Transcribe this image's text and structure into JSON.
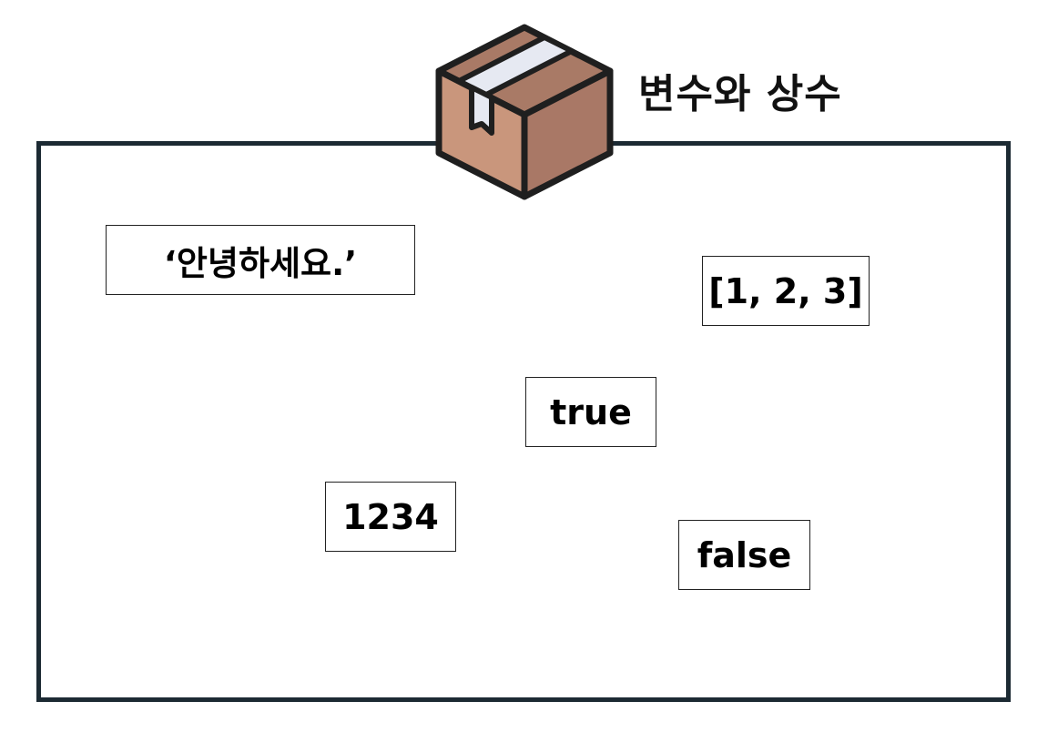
{
  "title": "변수와 상수",
  "icon": "cardboard-box-icon",
  "colors": {
    "border": "#1c2a33",
    "box_light": "#c9967c",
    "box_dark": "#a7786a",
    "tape": "#e6e9f2",
    "outline": "#1f1f1f"
  },
  "values": {
    "string": "‘안녕하세요.’",
    "array": "[1, 2, 3]",
    "boolean_true": "true",
    "number": "1234",
    "boolean_false": "false"
  }
}
